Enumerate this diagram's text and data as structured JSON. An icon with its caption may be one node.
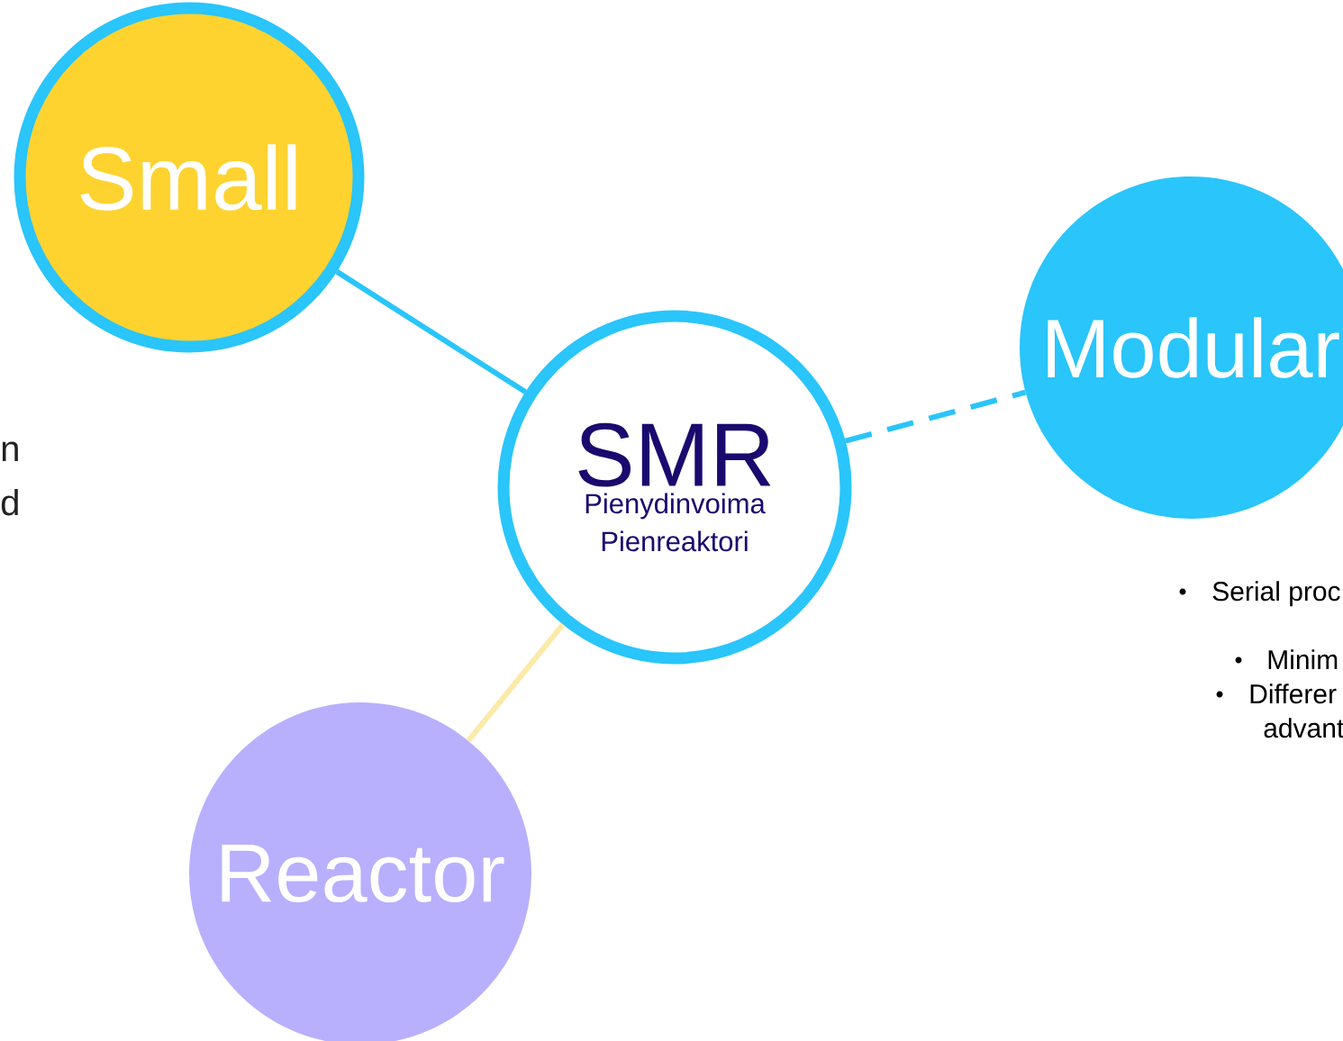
{
  "diagram": {
    "nodes": [
      {
        "text": [
          "Small"
        ]
      },
      {
        "text": [
          "SMR",
          "Pienydinvoima Pienreaktori"
        ]
      },
      {
        "text": [
          "Modular"
        ]
      },
      {
        "text": [
          "Reactor"
        ]
      }
    ],
    "edges": [
      {
        "from": 0,
        "to": 1,
        "arrow": "none"
      },
      {
        "from": 1,
        "to": 2,
        "arrow": "none",
        "style": "dashed"
      },
      {
        "from": 1,
        "to": 3,
        "arrow": "none",
        "color": "#fbeaa8"
      }
    ],
    "labels": [
      "n",
      "d",
      "Serial proc",
      "Minim",
      "Differer",
      "advant"
    ]
  }
}
